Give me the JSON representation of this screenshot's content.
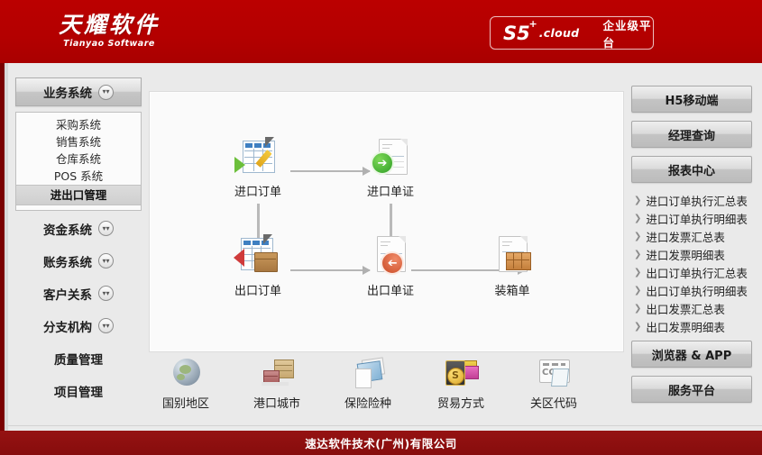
{
  "header": {
    "logo_cn": "天耀软件",
    "logo_en": "Tianyao Software",
    "badge_main": "S5",
    "badge_plus": "+",
    "badge_cloud": ".cloud",
    "badge_sub": "企业级平台",
    "bg_color": "#b60000"
  },
  "sidebar": {
    "group_title": "业务系统",
    "submenu": [
      {
        "label": "采购系统",
        "selected": false
      },
      {
        "label": "销售系统",
        "selected": false
      },
      {
        "label": "仓库系统",
        "selected": false
      },
      {
        "label": "POS 系统",
        "selected": false
      },
      {
        "label": "进出口管理",
        "selected": true
      }
    ],
    "groups": [
      {
        "label": "资金系统",
        "expandable": true
      },
      {
        "label": "账务系统",
        "expandable": true
      },
      {
        "label": "客户关系",
        "expandable": true
      },
      {
        "label": "分支机构",
        "expandable": true
      },
      {
        "label": "质量管理",
        "expandable": false
      },
      {
        "label": "项目管理",
        "expandable": false
      }
    ]
  },
  "workflow": {
    "nodes": [
      {
        "id": "import-order",
        "label": "进口订单",
        "icon": "import-order-icon"
      },
      {
        "id": "import-doc",
        "label": "进口单证",
        "icon": "import-document-icon"
      },
      {
        "id": "export-order",
        "label": "出口订单",
        "icon": "export-order-icon"
      },
      {
        "id": "export-doc",
        "label": "出口单证",
        "icon": "export-document-icon"
      },
      {
        "id": "packing-list",
        "label": "装箱单",
        "icon": "packing-list-icon"
      }
    ]
  },
  "basedata": {
    "items": [
      {
        "label": "国别地区",
        "icon": "globe-icon"
      },
      {
        "label": "港口城市",
        "icon": "port-city-icon"
      },
      {
        "label": "保险险种",
        "icon": "insurance-icon"
      },
      {
        "label": "贸易方式",
        "icon": "trade-mode-icon"
      },
      {
        "label": "关区代码",
        "icon": "customs-code-icon"
      }
    ]
  },
  "rightpanel": {
    "buttons_top": [
      {
        "label": "H5移动端"
      },
      {
        "label": "经理查询"
      },
      {
        "label": "报表中心"
      }
    ],
    "reports": [
      {
        "label": "进口订单执行汇总表"
      },
      {
        "label": "进口订单执行明细表"
      },
      {
        "label": "进口发票汇总表"
      },
      {
        "label": "进口发票明细表"
      },
      {
        "label": "出口订单执行汇总表"
      },
      {
        "label": "出口订单执行明细表"
      },
      {
        "label": "出口发票汇总表"
      },
      {
        "label": "出口发票明细表"
      }
    ],
    "buttons_bottom": [
      {
        "label": "浏览器 & APP"
      },
      {
        "label": "服务平台"
      }
    ]
  },
  "footer": {
    "text": "速达软件技术(广州)有限公司",
    "bg_color": "#8e1010"
  }
}
